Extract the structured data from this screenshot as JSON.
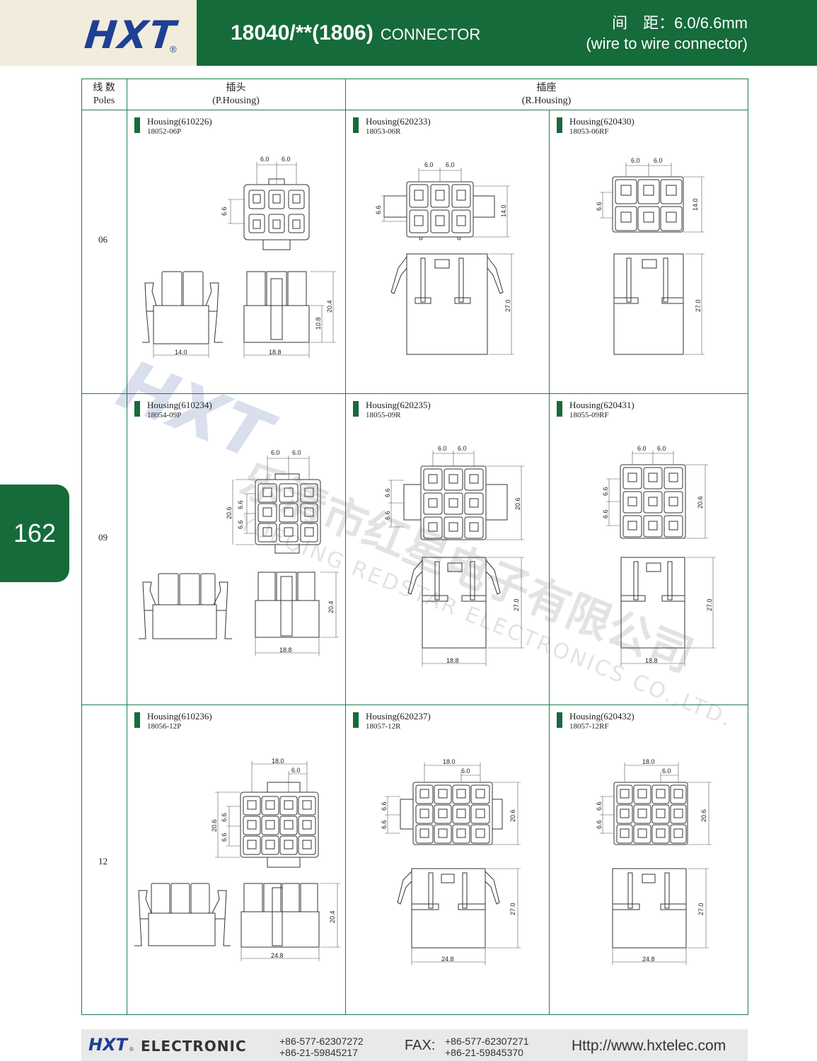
{
  "header": {
    "logo": "HXT",
    "logo_reg": "®",
    "series_code": "18040/**(1806)",
    "product_kind": "CONNECTOR",
    "pitch_line": "间　距：6.0/6.6mm",
    "usage_line": "(wire to wire connector)"
  },
  "page_number": "162",
  "table": {
    "col_poles_cn": "线 数",
    "col_poles_en": "Poles",
    "col_plug_cn": "插头",
    "col_plug_en": "(P.Housing)",
    "col_rec_cn": "插座",
    "col_rec_en": "(R.Housing)",
    "rows": [
      {
        "poles": "06",
        "cells": [
          {
            "housing": "Housing(610226)",
            "part": "18052-06P"
          },
          {
            "housing": "Housing(620233)",
            "part": "18053-06R"
          },
          {
            "housing": "Housing(620430)",
            "part": "18053-06RF"
          }
        ]
      },
      {
        "poles": "09",
        "cells": [
          {
            "housing": "Housing(610234)",
            "part": "18054-09P"
          },
          {
            "housing": "Housing(620235)",
            "part": "18055-09R"
          },
          {
            "housing": "Housing(620431)",
            "part": "18055-09RF"
          }
        ]
      },
      {
        "poles": "12",
        "cells": [
          {
            "housing": "Housing(610236)",
            "part": "18056-12P"
          },
          {
            "housing": "Housing(620237)",
            "part": "18057-12R"
          },
          {
            "housing": "Housing(620432)",
            "part": "18057-12RF"
          }
        ]
      }
    ]
  },
  "dims": {
    "p6": {
      "pitch_a": "6.0",
      "pitch_b": "6.0",
      "row": "6.6",
      "width": "14.0",
      "depth": "18.8",
      "height": "20.4",
      "lower": "10.8"
    },
    "r6": {
      "pitch_a": "6.0",
      "pitch_b": "6.0",
      "row": "6.6",
      "height_top": "14.0",
      "length": "27.0"
    },
    "rf6": {
      "pitch_a": "6.0",
      "pitch_b": "6.0",
      "row": "6.6",
      "height_top": "14.0",
      "length": "27.0"
    },
    "p9": {
      "pitch_a": "6.0",
      "pitch_b": "6.0",
      "row_a": "6.6",
      "row_b": "6.6",
      "overall": "20.6",
      "depth": "18.8",
      "height": "20.4"
    },
    "r9": {
      "pitch_a": "6.0",
      "pitch_b": "6.0",
      "row_a": "6.6",
      "row_b": "6.6",
      "overall": "20.6",
      "length": "27.0",
      "width": "18.8"
    },
    "rf9": {
      "pitch_a": "6.0",
      "pitch_b": "6.0",
      "row_a": "6.6",
      "row_b": "6.6",
      "overall": "20.6",
      "length": "27.0",
      "width": "18.8"
    },
    "p12": {
      "span": "18.0",
      "pitch": "6.0",
      "row_a": "6.6",
      "row_b": "6.6",
      "overall": "20.6",
      "height": "20.4",
      "depth": "24.8"
    },
    "r12": {
      "span": "18.0",
      "pitch": "6.0",
      "row_a": "6.6",
      "row_b": "6.6",
      "overall": "20.6",
      "length": "27.0",
      "width": "24.8"
    },
    "rf12": {
      "span": "18.0",
      "pitch": "6.0",
      "row_a": "6.6",
      "row_b": "6.6",
      "overall": "20.6",
      "length": "27.0",
      "width": "24.8"
    }
  },
  "watermark": {
    "logo": "HXT",
    "company_cn": "乐清市红星电子有限公司",
    "company_en": "YUEQING REDSTAR ELECTRONICS CO.,LTD."
  },
  "footer": {
    "brand": "HXT",
    "brand_reg": "®",
    "electronic": "ELECTRONIC",
    "tel_1": "+86-577-62307272",
    "tel_2": "+86-21-59845217",
    "fax_label": "FAX:",
    "fax_1": "+86-577-62307271",
    "fax_2": "+86-21-59845370",
    "website": "Http://www.hxtelec.com"
  },
  "colors": {
    "brand_green": "#166b3b",
    "brand_blue": "#1e3f94",
    "logo_bg": "#f1ecdc",
    "grid_line": "#1c7e4c"
  }
}
